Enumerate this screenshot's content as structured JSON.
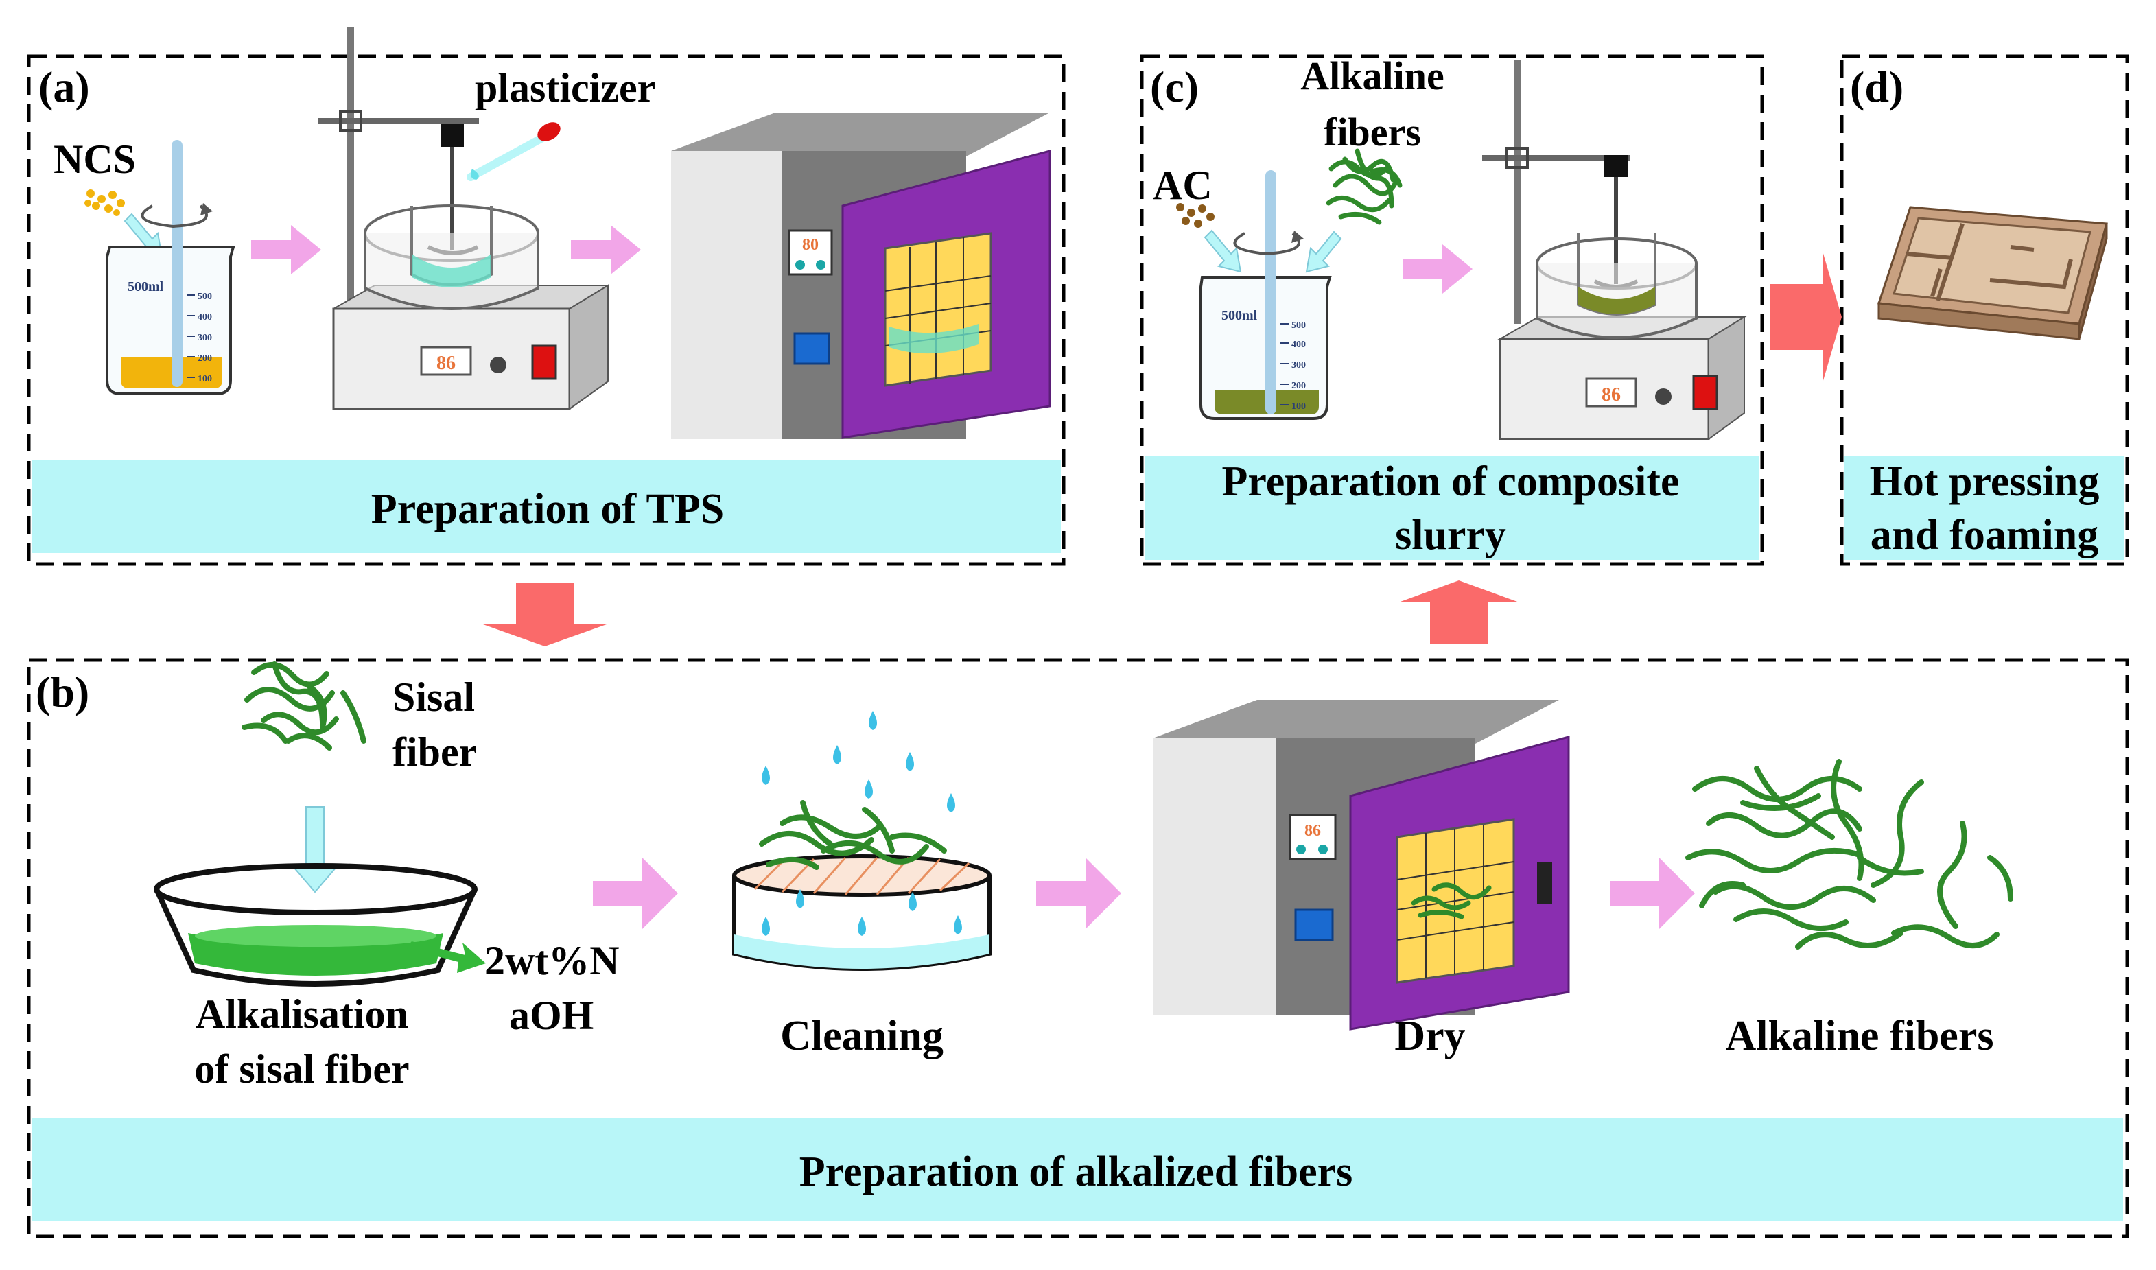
{
  "panels": {
    "a": {
      "letter": "(a)",
      "ncs": "NCS",
      "plasticizer": "plasticizer",
      "beaker_volume": "500ml",
      "beaker_ticks": [
        "500",
        "400",
        "300",
        "200",
        "100"
      ],
      "stirrer_display": "86",
      "oven_display": "80",
      "caption": "Preparation of TPS"
    },
    "b": {
      "letter": "(b)",
      "sisal_line1": "Sisal",
      "sisal_line2": "fiber",
      "naoh_line1": "2wt%N",
      "naoh_line2": "aOH",
      "alkalisation_line1": "Alkalisation",
      "alkalisation_line2": "of sisal fiber",
      "cleaning": "Cleaning",
      "dry": "Dry",
      "oven_display": "86",
      "alkaline_fibers": "Alkaline fibers",
      "caption": "Preparation of alkalized fibers"
    },
    "c": {
      "letter": "(c)",
      "fibers_line1": "Alkaline",
      "fibers_line2": "fibers",
      "ac": "AC",
      "beaker_volume": "500ml",
      "beaker_ticks": [
        "500",
        "400",
        "300",
        "200",
        "100"
      ],
      "stirrer_display": "86",
      "caption_line1": "Preparation of composite",
      "caption_line2": "slurry"
    },
    "d": {
      "letter": "(d)",
      "caption_line1": "Hot pressing",
      "caption_line2": "and foaming"
    }
  },
  "colors": {
    "caption_band": "#b8f6f8",
    "step_arrow": "#f2a6e8",
    "stage_arrow": "#fa6a6a",
    "oven_door": "#8a2eb0",
    "fiber": "#2f8a2a",
    "tps_liquid": "#f2b40c",
    "slurry_liquid": "#7a8a28"
  }
}
